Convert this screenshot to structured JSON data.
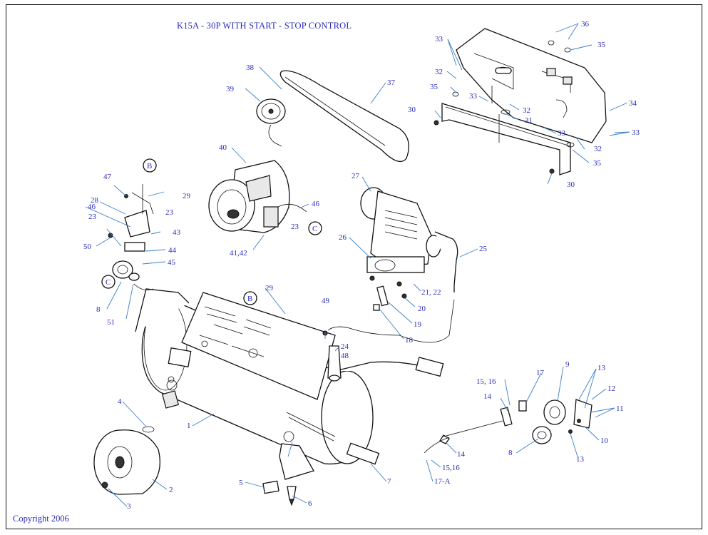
{
  "title": "K15A - 30P WITH START - STOP CONTROL",
  "copyright": "Copyright 2006",
  "callouts": [
    {
      "id": "c1",
      "text": "1"
    },
    {
      "id": "c2",
      "text": "2"
    },
    {
      "id": "c3",
      "text": "3"
    },
    {
      "id": "c4",
      "text": "4"
    },
    {
      "id": "c5",
      "text": "5"
    },
    {
      "id": "c6",
      "text": "6"
    },
    {
      "id": "c7",
      "text": "7"
    },
    {
      "id": "c8a",
      "text": "8"
    },
    {
      "id": "c8b",
      "text": "8"
    },
    {
      "id": "c9",
      "text": "9"
    },
    {
      "id": "c10",
      "text": "10"
    },
    {
      "id": "c11",
      "text": "11"
    },
    {
      "id": "c12",
      "text": "12"
    },
    {
      "id": "c13a",
      "text": "13"
    },
    {
      "id": "c13b",
      "text": "13"
    },
    {
      "id": "c14a",
      "text": "14"
    },
    {
      "id": "c14b",
      "text": "14"
    },
    {
      "id": "c1516a",
      "text": "15, 16"
    },
    {
      "id": "c1516b",
      "text": "15,16"
    },
    {
      "id": "c17",
      "text": "17"
    },
    {
      "id": "c17a",
      "text": "17-A"
    },
    {
      "id": "c18",
      "text": "18"
    },
    {
      "id": "c19",
      "text": "19"
    },
    {
      "id": "c20",
      "text": "20"
    },
    {
      "id": "c2122",
      "text": "21, 22"
    },
    {
      "id": "c23a",
      "text": "23"
    },
    {
      "id": "c23b",
      "text": "23"
    },
    {
      "id": "c23c",
      "text": "23"
    },
    {
      "id": "c24",
      "text": "24"
    },
    {
      "id": "c25",
      "text": "25"
    },
    {
      "id": "c26",
      "text": "26"
    },
    {
      "id": "c27",
      "text": "27"
    },
    {
      "id": "c28",
      "text": "28"
    },
    {
      "id": "c29a",
      "text": "29"
    },
    {
      "id": "c29b",
      "text": "29"
    },
    {
      "id": "c30a",
      "text": "30"
    },
    {
      "id": "c30b",
      "text": "30"
    },
    {
      "id": "c31",
      "text": "31"
    },
    {
      "id": "c32a",
      "text": "32"
    },
    {
      "id": "c32b",
      "text": "32"
    },
    {
      "id": "c32c",
      "text": "32"
    },
    {
      "id": "c33a",
      "text": "33"
    },
    {
      "id": "c33b",
      "text": "33"
    },
    {
      "id": "c33c",
      "text": "33"
    },
    {
      "id": "c33d",
      "text": "33"
    },
    {
      "id": "c34",
      "text": "34"
    },
    {
      "id": "c35a",
      "text": "35"
    },
    {
      "id": "c35b",
      "text": "35"
    },
    {
      "id": "c35c",
      "text": "35"
    },
    {
      "id": "c36",
      "text": "36"
    },
    {
      "id": "c37",
      "text": "37"
    },
    {
      "id": "c38",
      "text": "38"
    },
    {
      "id": "c39",
      "text": "39"
    },
    {
      "id": "c40",
      "text": "40"
    },
    {
      "id": "c4142",
      "text": "41,42"
    },
    {
      "id": "c43",
      "text": "43"
    },
    {
      "id": "c44",
      "text": "44"
    },
    {
      "id": "c45",
      "text": "45"
    },
    {
      "id": "c46a",
      "text": "46"
    },
    {
      "id": "c46b",
      "text": "46"
    },
    {
      "id": "c47",
      "text": "47"
    },
    {
      "id": "c48",
      "text": "48"
    },
    {
      "id": "c49",
      "text": "49"
    },
    {
      "id": "c50",
      "text": "50"
    },
    {
      "id": "c51",
      "text": "51"
    }
  ],
  "connectors": [
    {
      "id": "B1",
      "text": "B"
    },
    {
      "id": "B2",
      "text": "B"
    },
    {
      "id": "C1",
      "text": "C"
    },
    {
      "id": "C2",
      "text": "C"
    }
  ]
}
